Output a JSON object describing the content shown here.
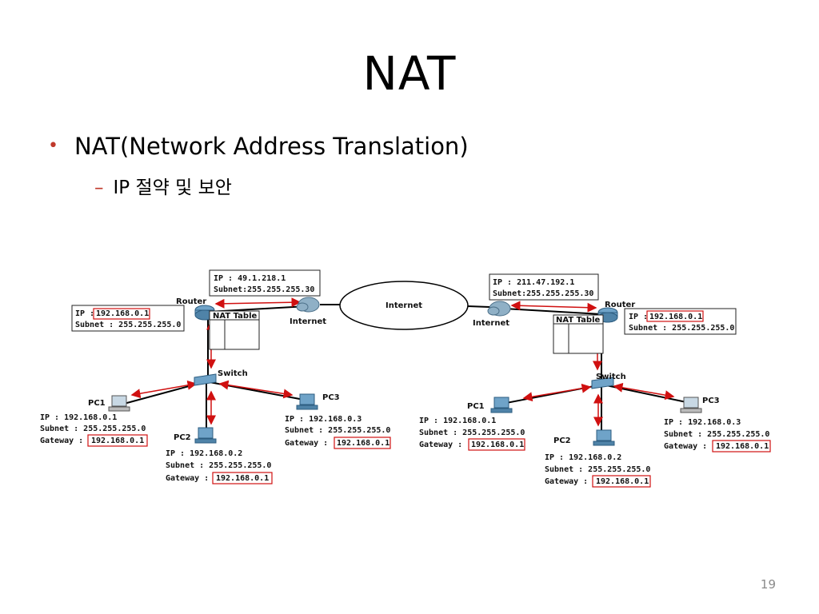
{
  "slide": {
    "title": "NAT",
    "bullet": "NAT(Network Address Translation)",
    "sub_bullet": "IP 절약 및 보안",
    "page_number": "19"
  },
  "diagram": {
    "internet_label": "Internet",
    "left": {
      "router_label": "Router",
      "router_ip": "IP : 49.1.218.1",
      "router_subnet": "Subnet:255.255.255.30",
      "lan_ip_prefix": "IP :",
      "lan_ip": "192.168.0.1",
      "lan_subnet": "Subnet : 255.255.255.0",
      "nat_table": "NAT Table",
      "cloud_label": "Internet",
      "switch_label": "Switch",
      "pc1": {
        "name": "PC1",
        "ip": "IP : 192.168.0.1",
        "subnet": "Subnet : 255.255.255.0",
        "gw_prefix": "Gateway :",
        "gateway": "192.168.0.1"
      },
      "pc2": {
        "name": "PC2",
        "ip": "IP : 192.168.0.2",
        "subnet": "Subnet : 255.255.255.0",
        "gw_prefix": "Gateway :",
        "gateway": "192.168.0.1"
      },
      "pc3": {
        "name": "PC3",
        "ip": "IP : 192.168.0.3",
        "subnet": "Subnet : 255.255.255.0",
        "gw_prefix": "Gateway :",
        "gateway": "192.168.0.1"
      }
    },
    "right": {
      "router_label": "Router",
      "router_ip": "IP : 211.47.192.1",
      "router_subnet": "Subnet:255.255.255.30",
      "lan_ip_prefix": "IP :",
      "lan_ip": "192.168.0.1",
      "lan_subnet": "Subnet : 255.255.255.0",
      "nat_table": "NAT Table",
      "cloud_label": "Internet",
      "switch_label": "Switch",
      "pc1": {
        "name": "PC1",
        "ip": "IP : 192.168.0.1",
        "subnet": "Subnet : 255.255.255.0",
        "gw_prefix": "Gateway :",
        "gateway": "192.168.0.1"
      },
      "pc2": {
        "name": "PC2",
        "ip": "IP : 192.168.0.2",
        "subnet": "Subnet : 255.255.255.0",
        "gw_prefix": "Gateway :",
        "gateway": "192.168.0.1"
      },
      "pc3": {
        "name": "PC3",
        "ip": "IP : 192.168.0.3",
        "subnet": "Subnet : 255.255.255.0",
        "gw_prefix": "Gateway :",
        "gateway": "192.168.0.1"
      }
    }
  },
  "colors": {
    "accent": "#c0392b",
    "highlight_box": "#d01010",
    "device": "#6fa3c8"
  },
  "icons": [
    "router-icon",
    "cloud-icon",
    "switch-icon",
    "pc-icon"
  ]
}
